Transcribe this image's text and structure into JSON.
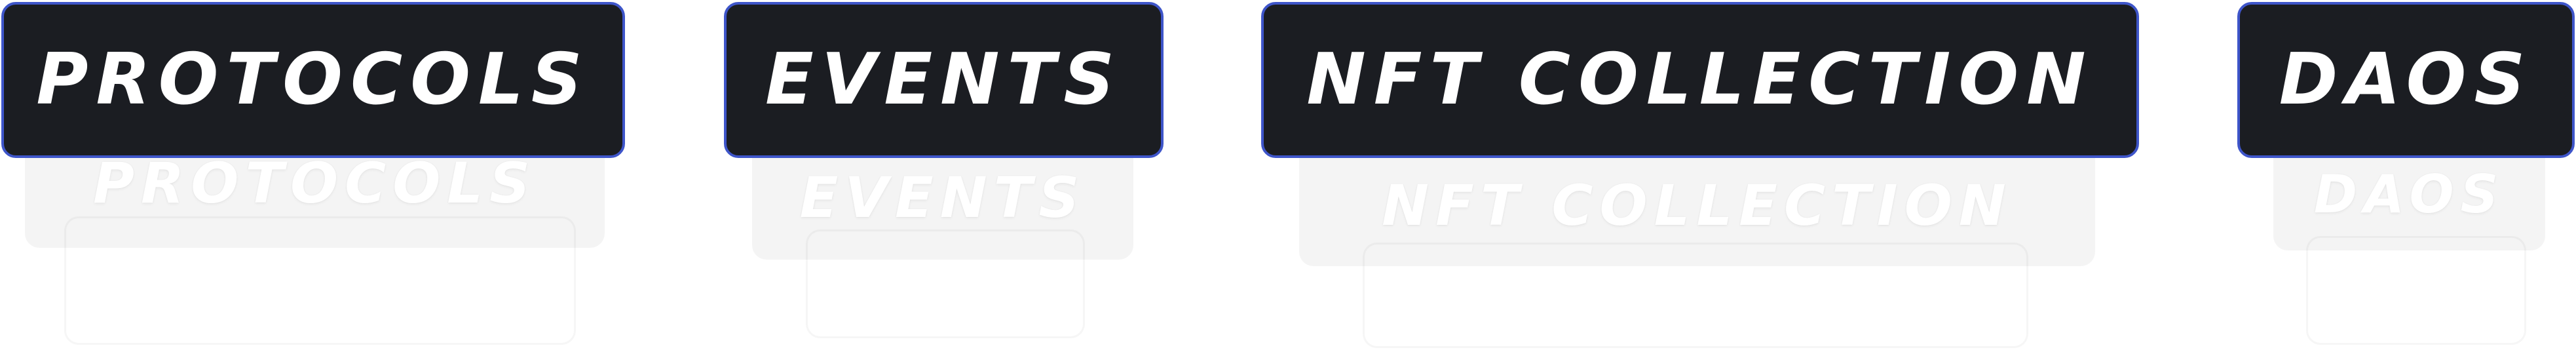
{
  "tabs": [
    {
      "label": "PROTOCOLS"
    },
    {
      "label": "EVENTS"
    },
    {
      "label": "NFT COLLECTION"
    },
    {
      "label": "DAOS"
    }
  ],
  "colors": {
    "tab_background": "#1b1d22",
    "tab_border": "#3e55c9",
    "tab_text": "#ffffff",
    "page_background": "#ffffff"
  }
}
